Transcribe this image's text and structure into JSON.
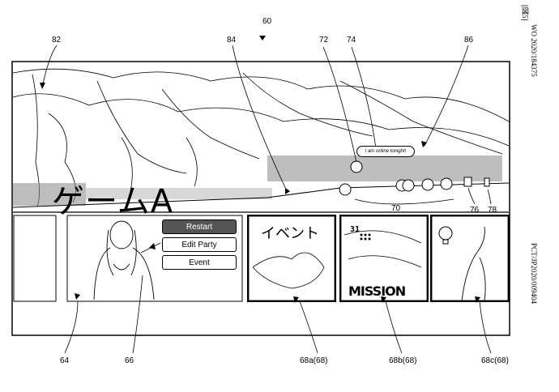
{
  "sheet": {
    "header_right": "WO 2020/184375",
    "page_marker": "[図5]",
    "footer_right": "PCT/JP2020/009404"
  },
  "figure": {
    "screen_ref": "60",
    "game_title": "ゲームA",
    "menu": {
      "restart": "Restart",
      "edit_party": "Edit Party",
      "event": "Event"
    },
    "panels": {
      "event_label": "イベント",
      "date_number": "31",
      "mission_label": "MISSION"
    },
    "online_message": "I am online tonight!",
    "callouts": {
      "c82": "82",
      "c84": "84",
      "c72": "72",
      "c74": "74",
      "c86": "86",
      "c70": "70",
      "c76": "76",
      "c78": "78",
      "c64": "64",
      "c66": "66",
      "c68a": "68a(68)",
      "c68b": "68b(68)",
      "c68c": "68c(68)"
    }
  }
}
